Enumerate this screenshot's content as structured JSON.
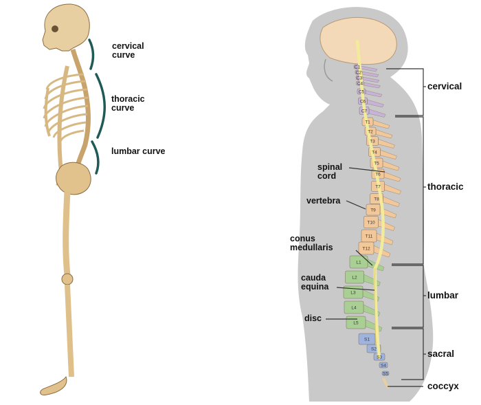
{
  "left_figure": {
    "curves": [
      {
        "id": "cervical",
        "label": "cervical curve"
      },
      {
        "id": "thoracic",
        "label": "thoracic curve"
      },
      {
        "id": "lumbar",
        "label": "lumbar curve"
      }
    ]
  },
  "right_figure": {
    "regions": [
      {
        "id": "cervical",
        "label": "cervical"
      },
      {
        "id": "thoracic",
        "label": "thoracic"
      },
      {
        "id": "lumbar",
        "label": "lumbar"
      },
      {
        "id": "sacral",
        "label": "sacral"
      },
      {
        "id": "coccyx",
        "label": "coccyx"
      }
    ],
    "callouts": [
      {
        "id": "spinal-cord",
        "label": "spinal cord"
      },
      {
        "id": "vertebra",
        "label": "vertebra"
      },
      {
        "id": "conus-medullaris",
        "label": "conus medullaris"
      },
      {
        "id": "cauda-equina",
        "label": "cauda equina"
      },
      {
        "id": "disc",
        "label": "disc"
      }
    ],
    "vertebrae": [
      "C1",
      "C2",
      "C3",
      "C4",
      "C5",
      "C6",
      "C7",
      "T1",
      "T2",
      "T3",
      "T4",
      "T5",
      "T6",
      "T7",
      "T8",
      "T9",
      "T10",
      "T11",
      "T12",
      "L1",
      "L2",
      "L3",
      "L4",
      "L5",
      "S1",
      "S2",
      "S3",
      "S4",
      "S5"
    ]
  },
  "colors": {
    "body_silhouette": "#c9c9c9",
    "bone": "#e8cfa2",
    "curve_marker": "#1f5a57",
    "cervical": "#c7b3d9",
    "thoracic": "#f2c79a",
    "lumbar": "#a9cf94",
    "sacral": "#9fb3dc",
    "spinal_cord": "#f3eb9c",
    "brain": "#f3d9b8"
  }
}
